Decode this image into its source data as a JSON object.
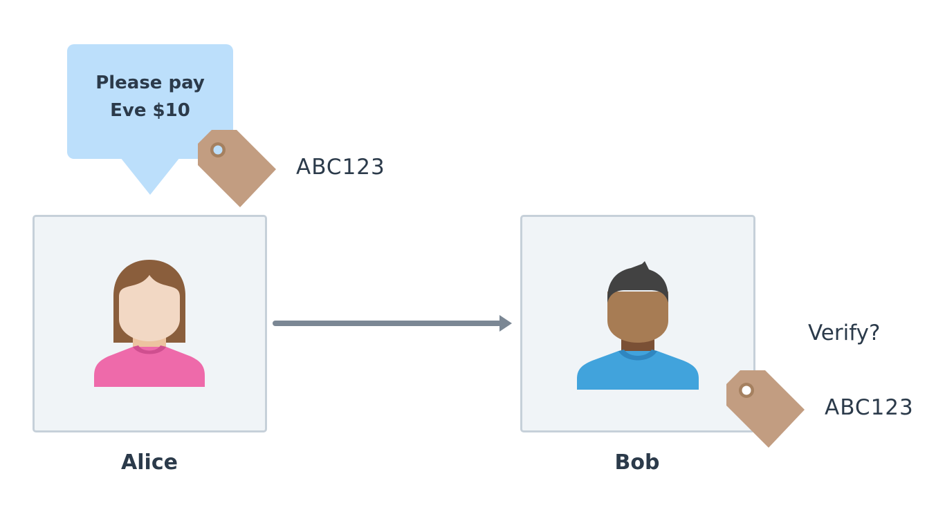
{
  "bubble": {
    "line1": "Please pay",
    "line2": "Eve $10"
  },
  "alice": {
    "name": "Alice",
    "tag_code": "ABC123"
  },
  "bob": {
    "name": "Bob",
    "tag_code": "ABC123",
    "verify_label": "Verify?"
  },
  "colors": {
    "bubble": "#bcdffb",
    "frame_bg": "#f0f4f7",
    "frame_border": "#c6d0d9",
    "tag": "#c29d81",
    "arrow": "#7b8794",
    "text": "#2b3a4a"
  },
  "icons": {
    "alice_avatar": "woman-avatar-icon",
    "bob_avatar": "man-avatar-icon",
    "tag": "price-tag-icon",
    "arrow": "arrow-right-icon"
  }
}
